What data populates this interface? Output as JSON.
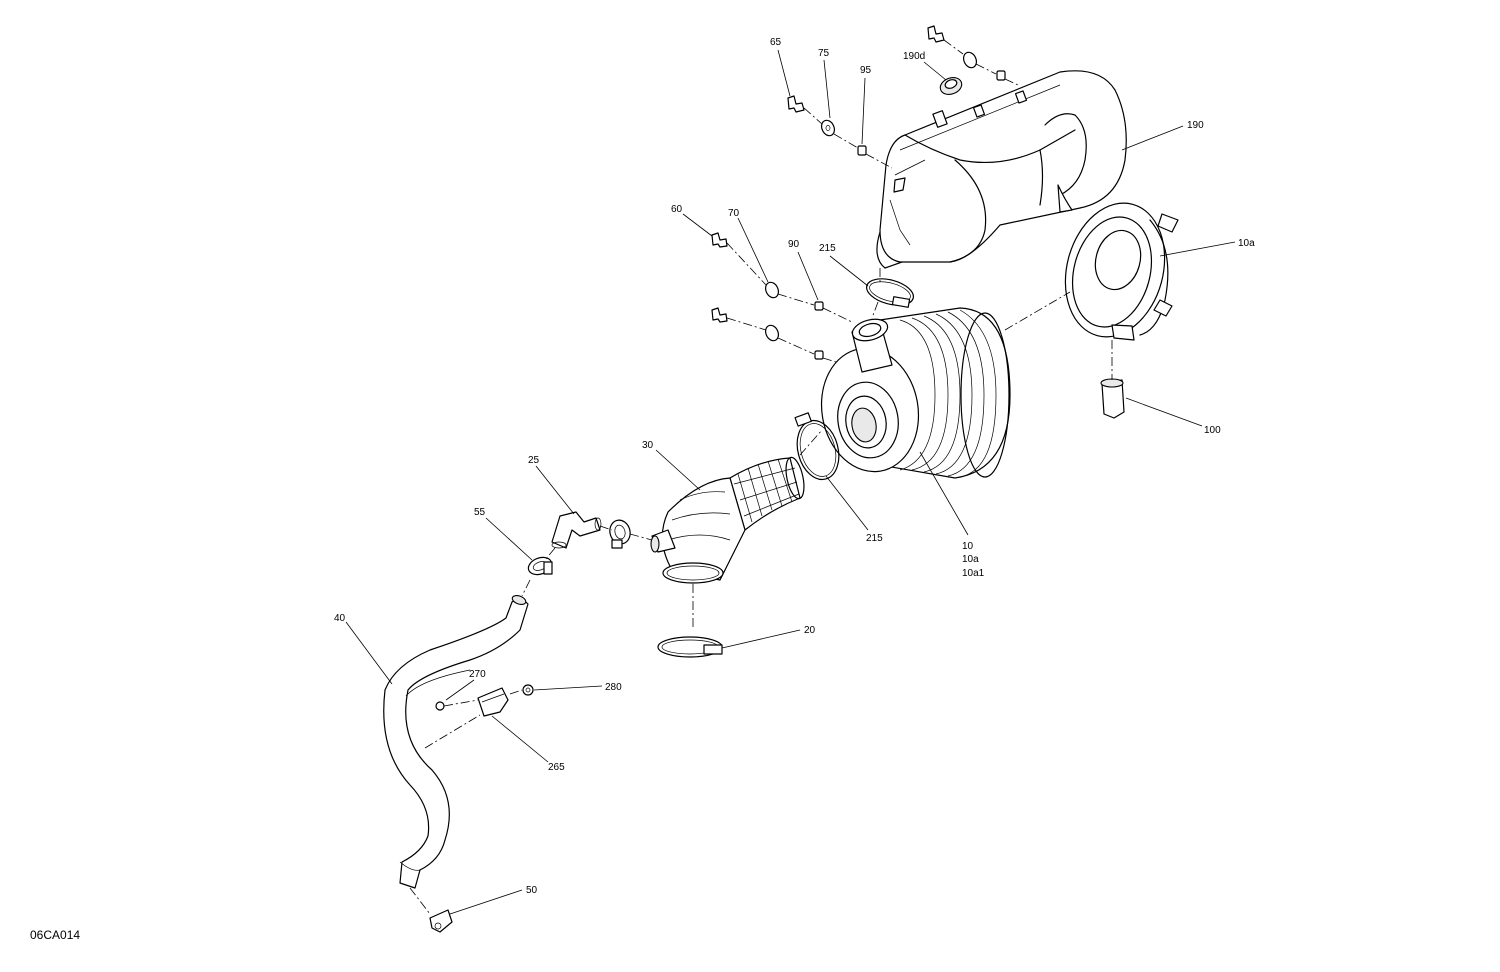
{
  "drawing_code": "06CA014",
  "callouts": {
    "c65": "65",
    "c75": "75",
    "c95": "95",
    "c190d": "190d",
    "c190": "190",
    "c60": "60",
    "c70": "70",
    "c90": "90",
    "c215a": "215",
    "c10a_top": "10a",
    "c100": "100",
    "c30": "30",
    "c25": "25",
    "c55": "55",
    "c215b": "215",
    "c10": "10",
    "c10a": "10a",
    "c10a1": "10a1",
    "c20": "20",
    "c40": "40",
    "c270": "270",
    "c280": "280",
    "c265": "265",
    "c50": "50"
  }
}
